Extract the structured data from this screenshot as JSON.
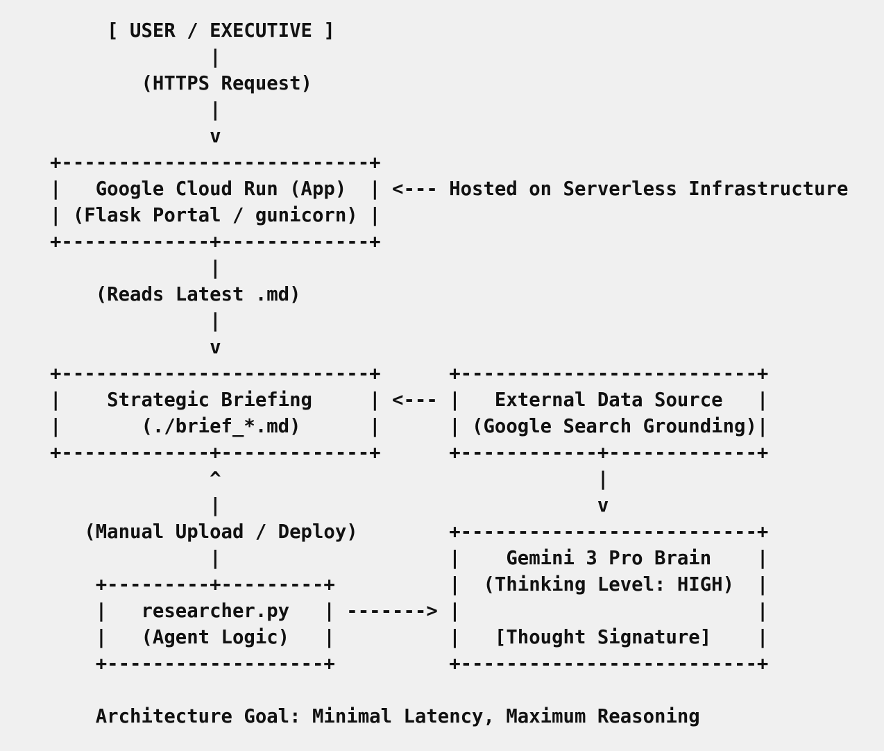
{
  "page": {
    "background_color": "#f0f0f0",
    "text_color": "#111111"
  },
  "diagram": {
    "type": "ascii-architecture-diagram",
    "entry_node": "[ USER / EXECUTIVE ]",
    "flow_labels": {
      "user_to_cloud_run": "(HTTPS Request)",
      "cloud_run_to_briefing": "(Reads Latest .md)",
      "researcher_to_briefing": "(Manual Upload / Deploy)"
    },
    "nodes": {
      "cloud_run": {
        "line1": "Google Cloud Run (App)",
        "line2": "(Flask Portal / gunicorn)",
        "annotation": "<--- Hosted on Serverless Infrastructure"
      },
      "strategic_briefing": {
        "line1": "Strategic Briefing",
        "line2": "(./brief_*.md)"
      },
      "external_data_source": {
        "line1": "External Data Source",
        "line2": "(Google Search Grounding)",
        "relation_to_briefing": "<---"
      },
      "gemini_brain": {
        "line1": "Gemini 3 Pro Brain",
        "line2": "(Thinking Level: HIGH)",
        "line3": "[Thought Signature]"
      },
      "researcher": {
        "line1": "researcher.py",
        "line2": "(Agent Logic)",
        "arrow_to_gemini": "------->"
      }
    },
    "footer": "Architecture Goal: Minimal Latency, Maximum Reasoning",
    "ascii_lines": [
      "     [ USER / EXECUTIVE ]",
      "              |",
      "        (HTTPS Request)",
      "              |",
      "              v",
      "+---------------------------+",
      "|   Google Cloud Run (App)  | <--- Hosted on Serverless Infrastructure",
      "| (Flask Portal / gunicorn) |",
      "+-------------+-------------+",
      "              |",
      "    (Reads Latest .md)",
      "              |",
      "              v",
      "+---------------------------+      +--------------------------+",
      "|    Strategic Briefing     | <--- |   External Data Source   |",
      "|       (./brief_*.md)      |      | (Google Search Grounding)|",
      "+-------------+-------------+      +------------+-------------+",
      "              ^                                 |",
      "              |                                 v",
      "   (Manual Upload / Deploy)        +--------------------------+",
      "              |                    |    Gemini 3 Pro Brain    |",
      "    +---------+---------+          |  (Thinking Level: HIGH)  |",
      "    |   researcher.py   | -------> |                          |",
      "    |   (Agent Logic)   |          |   [Thought Signature]    |",
      "    +-------------------+          +--------------------------+",
      "",
      "    Architecture Goal: Minimal Latency, Maximum Reasoning"
    ]
  }
}
